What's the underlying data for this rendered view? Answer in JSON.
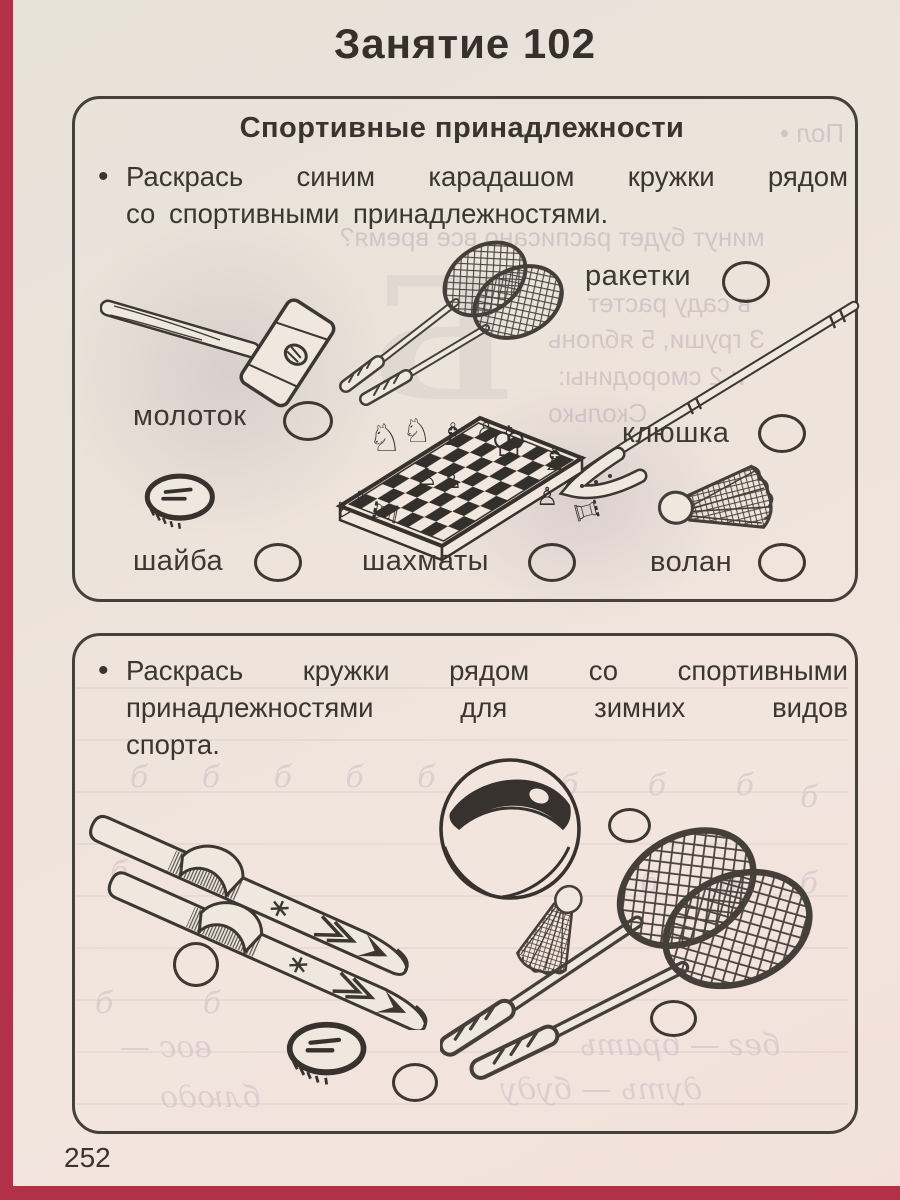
{
  "page": {
    "title": "Занятие 102",
    "page_number": "252"
  },
  "ws1": {
    "heading": "Спортивные принадлежности",
    "bullet": "•",
    "instruction": "Раскрась синим карадашом кружки рядом со спортивными принадлежностями.",
    "lines": [
      "Раскрась синим карадашом кружки рядом",
      "со спортивными принадлежностями."
    ],
    "items": [
      {
        "label": "ракетки",
        "icon": "badminton-rackets"
      },
      {
        "label": "молоток",
        "icon": "hammer"
      },
      {
        "label": "клюшка",
        "icon": "hockey-stick"
      },
      {
        "label": "шайба",
        "icon": "puck"
      },
      {
        "label": "шахматы",
        "icon": "chessboard"
      },
      {
        "label": "волан",
        "icon": "shuttlecock"
      }
    ]
  },
  "ws2": {
    "bullet": "•",
    "instruction": "Раскрась кружки рядом со спортивными принадлежностями для зимних видов спорта.",
    "lines": [
      "Раскрась кружки рядом со спортивными",
      "принадлежностями для зимних видов",
      "спорта."
    ],
    "items": [
      {
        "icon": "skis"
      },
      {
        "icon": "ball"
      },
      {
        "icon": "badminton-rackets"
      },
      {
        "icon": "shuttlecock"
      },
      {
        "icon": "puck"
      }
    ]
  },
  "bleed": {
    "b1": [
      "Пол •",
      "минут будет расписано все время?",
      "в саду растет",
      "З груши, 5 яблонь",
      "и 2 смородины:",
      "Сколько",
      "Б"
    ],
    "b2": [
      "б б б б б",
      "б б б",
      "б",
      "б б",
      "б б б",
      "б б",
      "бег — брать",
      "дуть — буду",
      "вос —",
      "блюдо"
    ]
  },
  "art": {
    "chess_pieces": [
      "♘",
      "♘",
      "♗",
      "♙",
      "♔",
      "♗",
      "♙",
      "♙",
      "♙",
      "♖",
      "♙",
      "♙",
      "♖"
    ]
  },
  "colors": {
    "ink": "#3e3831",
    "paper": "#ece3da",
    "paper_pink": "#f2e5de",
    "red_edge": "#b23048"
  }
}
